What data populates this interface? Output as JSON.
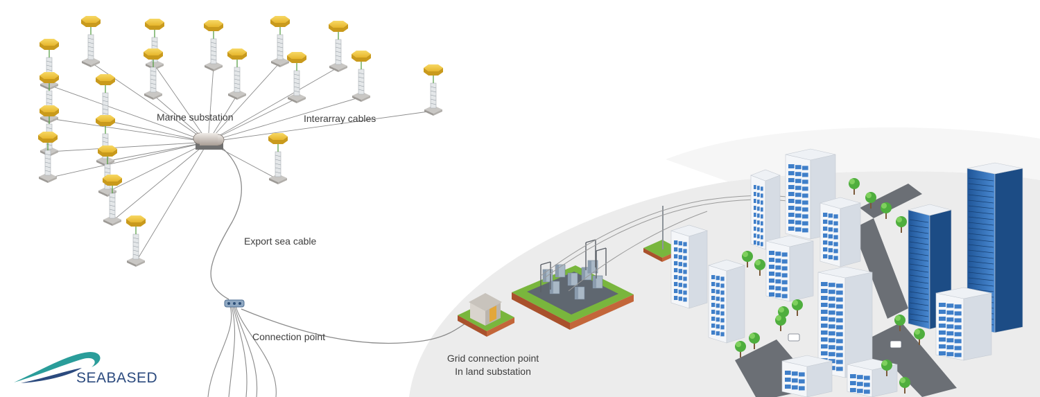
{
  "labels": {
    "marine_substation": "Marine substation",
    "interarray_cables": "Interarray cables",
    "export_sea_cable": "Export sea cable",
    "connection_point": "Connection point",
    "grid_connection_line1": "Grid connection point",
    "grid_connection_line2": "In land substation"
  },
  "logo": {
    "text": "SEABASED"
  },
  "colors": {
    "buoy": "#f3c73a",
    "buoy_dark": "#c99a1c",
    "cable": "#8a8a8a",
    "ground": "#e9e9e9",
    "grass": "#7cbf3b",
    "soil": "#b3552e",
    "building_white": "#f4f6f9",
    "window_blue": "#3f7fc9",
    "tower_blue": "#2f6db3",
    "road": "#6b6f75",
    "tree": "#4fae3e",
    "logo_blue": "#2b4a7e",
    "logo_teal": "#2a9d9a"
  },
  "icons": {
    "buoy": "wave-energy-buoy-icon",
    "substation": "marine-substation-icon",
    "connector": "connection-point-icon",
    "house": "grid-connection-house-icon",
    "yard": "land-substation-icon",
    "city": "city-icon"
  }
}
